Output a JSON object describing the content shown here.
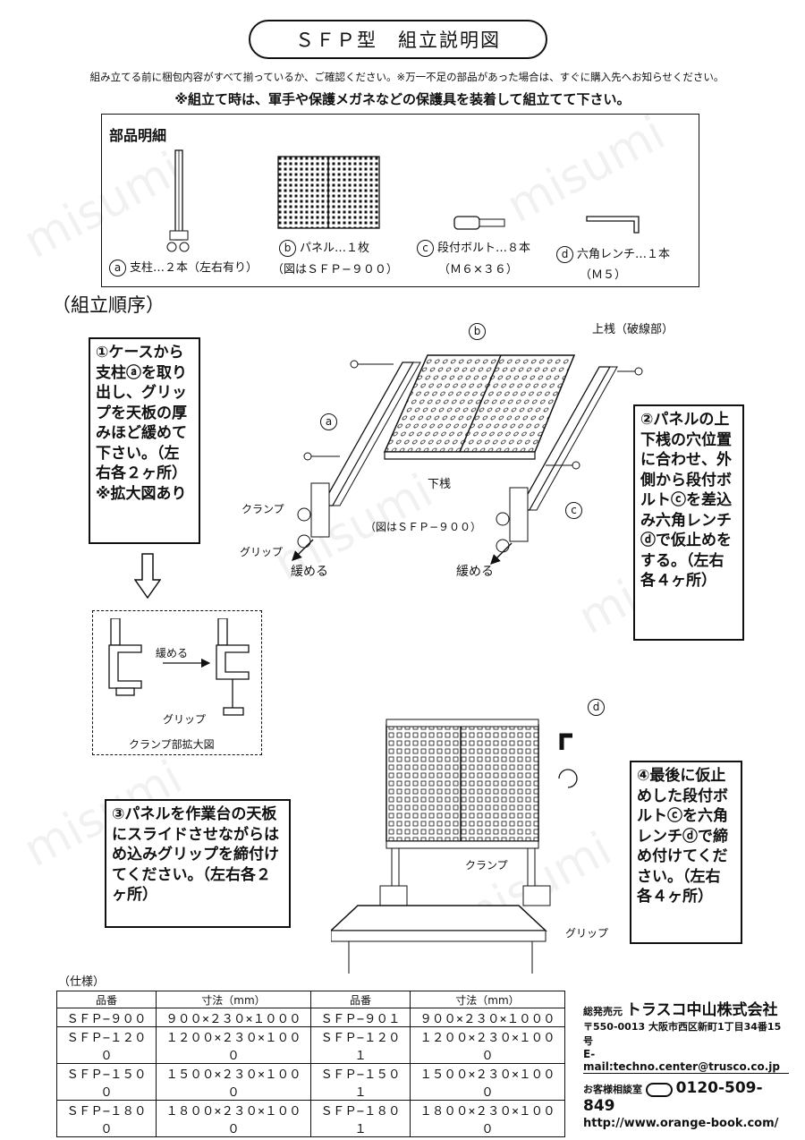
{
  "title": "ＳＦＰ型　組立説明図",
  "intro": "組み立てる前に梱包内容がすべて揃っているか、ご確認ください。※万一不足の部品があった場合は、すぐに購入先へお知らせください。",
  "warning": "※組立て時は、軍手や保護メガネなどの保護具を装着して組立てて下さい。",
  "parts": {
    "heading": "部品明細",
    "a_mark": "a",
    "a_label": "支柱…２本（左右有り）",
    "b_mark": "b",
    "b_label": "パネル…１枚",
    "b_sub": "（図はＳＦＰ−９００）",
    "c_mark": "c",
    "c_label": "段付ボルト…８本",
    "c_sub": "（Ｍ６×３６）",
    "d_mark": "d",
    "d_label": "六角レンチ…１本",
    "d_sub": "（Ｍ５）"
  },
  "section_title": "（組立順序）",
  "step1": "①ケースから支柱ⓐを取り出し、グリップを天板の厚みほど緩めて下さい。（左右各２ヶ所）※拡大図あり",
  "step2": "②パネルの上下桟の穴位置に合わせ、外側から段付ボルトⓒを差込み六角レンチⓓで仮止めをする。（左右各４ヶ所）",
  "step3": "③パネルを作業台の天板にスライドさせながらはめ込みグリップを締付けてください。（左右各２ヶ所）",
  "step4": "④最後に仮止めした段付ボルトⓒを六角レンチⓓで締め付けてください。（左右各４ヶ所）",
  "diagram": {
    "label_b": "b",
    "label_a": "a",
    "label_c": "c",
    "label_d": "d",
    "upper_rail": "上桟（破線部）",
    "lower_rail": "下桟",
    "clamp": "クランプ",
    "grip": "グリップ",
    "loosen_left": "緩める",
    "loosen_right": "緩める",
    "fig_note": "（図はＳＦＰ−９００）",
    "detail_loosen": "緩める",
    "detail_grip": "グリップ",
    "detail_caption": "クランプ部拡大図",
    "clamp2": "クランプ",
    "grip2": "グリップ"
  },
  "spec": {
    "caption": "（仕様）",
    "headers": [
      "品番",
      "寸法（mm）",
      "品番",
      "寸法（mm）"
    ],
    "rows": [
      [
        "ＳＦＰ−９００",
        "９００×２３０×１０００",
        "ＳＦＰ−９０１",
        "９００×２３０×１０００"
      ],
      [
        "ＳＦＰ−１２００",
        "１２００×２３０×１０００",
        "ＳＦＰ−１２０１",
        "１２００×２３０×１０００"
      ],
      [
        "ＳＦＰ−１５００",
        "１５００×２３０×１０００",
        "ＳＦＰ−１５０１",
        "１５００×２３０×１０００"
      ],
      [
        "ＳＦＰ−１８００",
        "１８００×２３０×１０００",
        "ＳＦＰ−１８０１",
        "１８００×２３０×１０００"
      ]
    ]
  },
  "company": {
    "role": "総発売元",
    "name": "トラスコ中山株式会社",
    "address": "〒550-0013 大阪市西区新町1丁目34番15号",
    "email": "E-mail:techno.center@trusco.co.jp",
    "tel_label": "お客様相談室",
    "tel": "0120-509-849",
    "url": "http://www.orange-book.com/"
  },
  "watermark": "misumi"
}
